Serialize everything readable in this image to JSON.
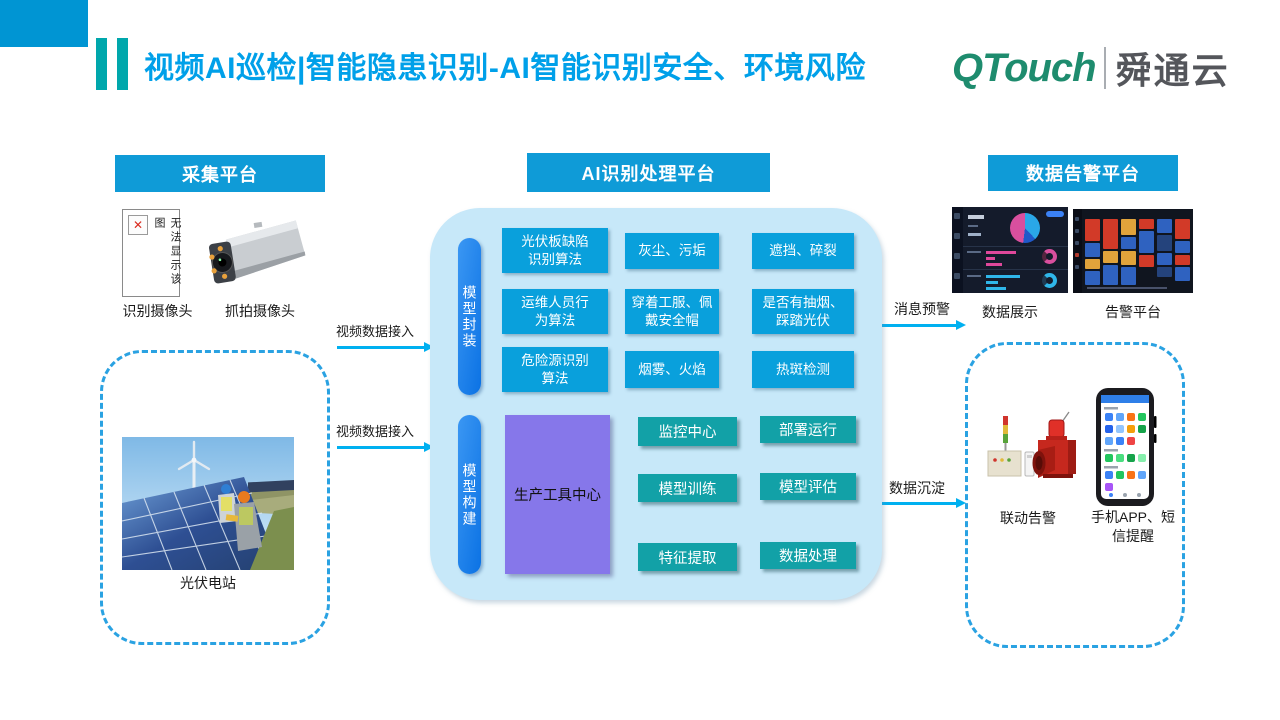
{
  "header": {
    "title": "视频AI巡检|智能隐患识别-AI智能识别安全、环境风险",
    "logo": {
      "primary": "QTouch",
      "secondary": "舜通云"
    }
  },
  "colors": {
    "title_blue": "#00A0E9",
    "platform_header_blue": "#0F9BD7",
    "algorithm_box_blue": "#09A0DC",
    "pill_blue": "#0D7BE8",
    "teal_box": "#12A1A7",
    "purple_box": "#8677EA",
    "container_light_blue": "#C7E8F9",
    "arrow_cyan": "#00B0F0",
    "accent_teal": "#00A7AC",
    "logo_green": "#1E8C6E"
  },
  "left": {
    "header": "采集平台",
    "broken_image_text": "无法显示该图",
    "cameras": [
      {
        "label": "识别摄像头"
      },
      {
        "label": "抓拍摄像头"
      }
    ],
    "station_label": "光伏电站"
  },
  "flows": {
    "video_top": "视频数据接入",
    "video_bottom": "视频数据接入",
    "message": "消息预警",
    "sediment": "数据沉淀"
  },
  "middle": {
    "header": "AI识别处理平台",
    "packaging": {
      "pill": "模型封装",
      "rows": [
        [
          "光伏板缺陷\n识别算法",
          "灰尘、污垢",
          "遮挡、碎裂"
        ],
        [
          "运维人员行\n为算法",
          "穿着工服、佩\n戴安全帽",
          "是否有抽烟、\n踩踏光伏"
        ],
        [
          "危险源识别\n算法",
          "烟雾、火焰",
          "热斑检测"
        ]
      ]
    },
    "building": {
      "pill": "模型构建",
      "tool_center": "生产工具中心",
      "boxes": [
        "监控中心",
        "部署运行",
        "模型训练",
        "模型评估",
        "特征提取",
        "数据处理"
      ]
    }
  },
  "right": {
    "header": "数据告警平台",
    "display_label": "数据展示",
    "alarm_label": "告警平台",
    "linkage_label": "联动告警",
    "phone_label": "手机APP、短\n信提醒"
  }
}
